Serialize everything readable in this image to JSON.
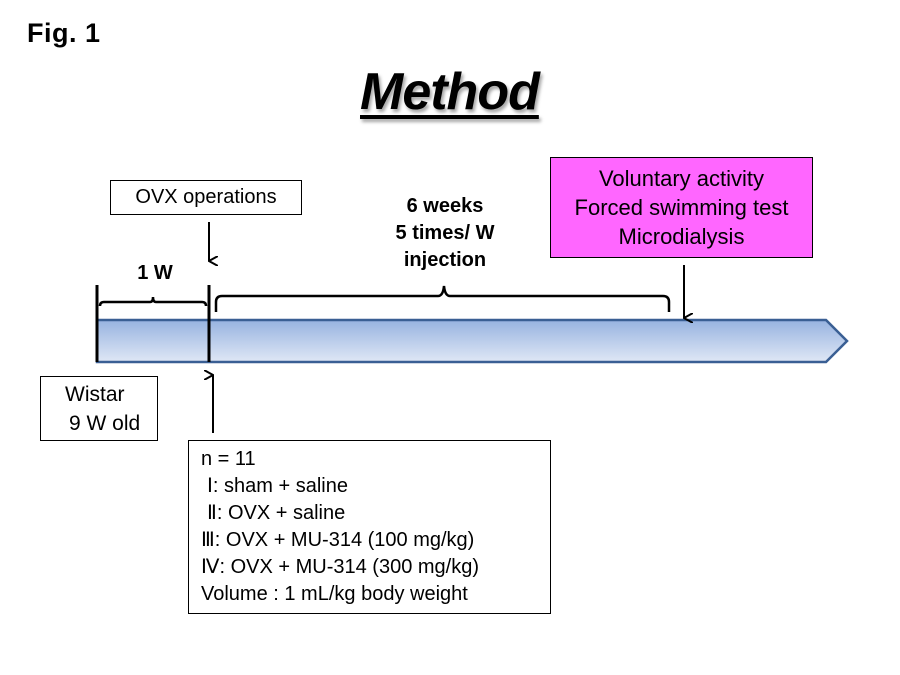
{
  "figure_label": "Fig. 1",
  "title": "Method",
  "timeline": {
    "ovx_operations": "OVX operations",
    "pre_period": "1 W",
    "treatment_period": {
      "line1": "6 weeks",
      "line2": "5 times/ W",
      "line3": "injection"
    },
    "tests": {
      "line1": "Voluntary activity",
      "line2": "Forced swimming test",
      "line3": "Microdialysis",
      "fill_color": "#ff66ff"
    },
    "bar_color_top": "#97b3e0",
    "bar_color_bottom": "#dfe7f5",
    "bar_border_color": "#3a5f94"
  },
  "animals": {
    "line1": "Wistar",
    "line2": "9 W old"
  },
  "groups": {
    "n": "n = 11",
    "items": [
      "Ⅰ: sham + saline",
      "Ⅱ: OVX + saline",
      "Ⅲ: OVX + MU-314 (100 mg/kg)",
      "Ⅳ: OVX + MU-314 (300 mg/kg)"
    ],
    "volume": "Volume : 1 mL/kg body weight"
  }
}
